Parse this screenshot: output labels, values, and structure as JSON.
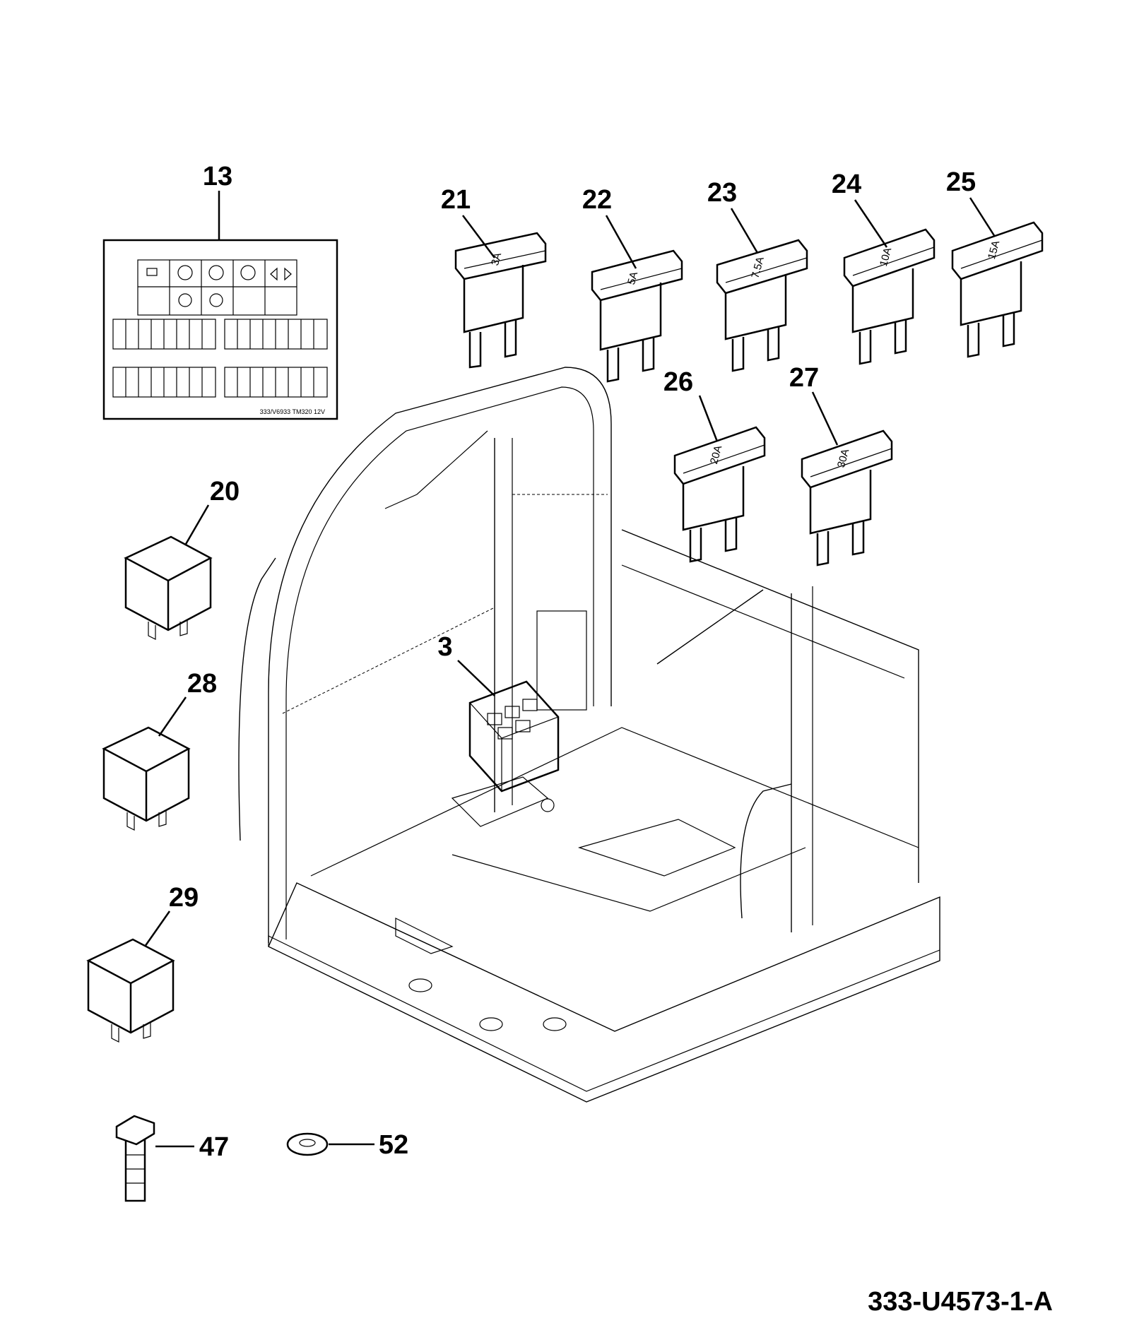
{
  "callouts": [
    {
      "id": "13",
      "label": "13"
    },
    {
      "id": "21",
      "label": "21"
    },
    {
      "id": "22",
      "label": "22"
    },
    {
      "id": "23",
      "label": "23"
    },
    {
      "id": "24",
      "label": "24"
    },
    {
      "id": "25",
      "label": "25"
    },
    {
      "id": "26",
      "label": "26"
    },
    {
      "id": "27",
      "label": "27"
    },
    {
      "id": "20",
      "label": "20"
    },
    {
      "id": "28",
      "label": "28"
    },
    {
      "id": "29",
      "label": "29"
    },
    {
      "id": "3",
      "label": "3"
    },
    {
      "id": "47",
      "label": "47"
    },
    {
      "id": "52",
      "label": "52"
    }
  ],
  "fuses": [
    {
      "part": "21",
      "rating": "3A"
    },
    {
      "part": "22",
      "rating": "5A"
    },
    {
      "part": "23",
      "rating": "7.5A"
    },
    {
      "part": "24",
      "rating": "10A"
    },
    {
      "part": "25",
      "rating": "15A"
    },
    {
      "part": "26",
      "rating": "20A"
    },
    {
      "part": "27",
      "rating": "30A"
    }
  ],
  "decal": {
    "footer_text": "333/V6933  TM320  12V"
  },
  "drawing_number": "333-U4573-1-A"
}
